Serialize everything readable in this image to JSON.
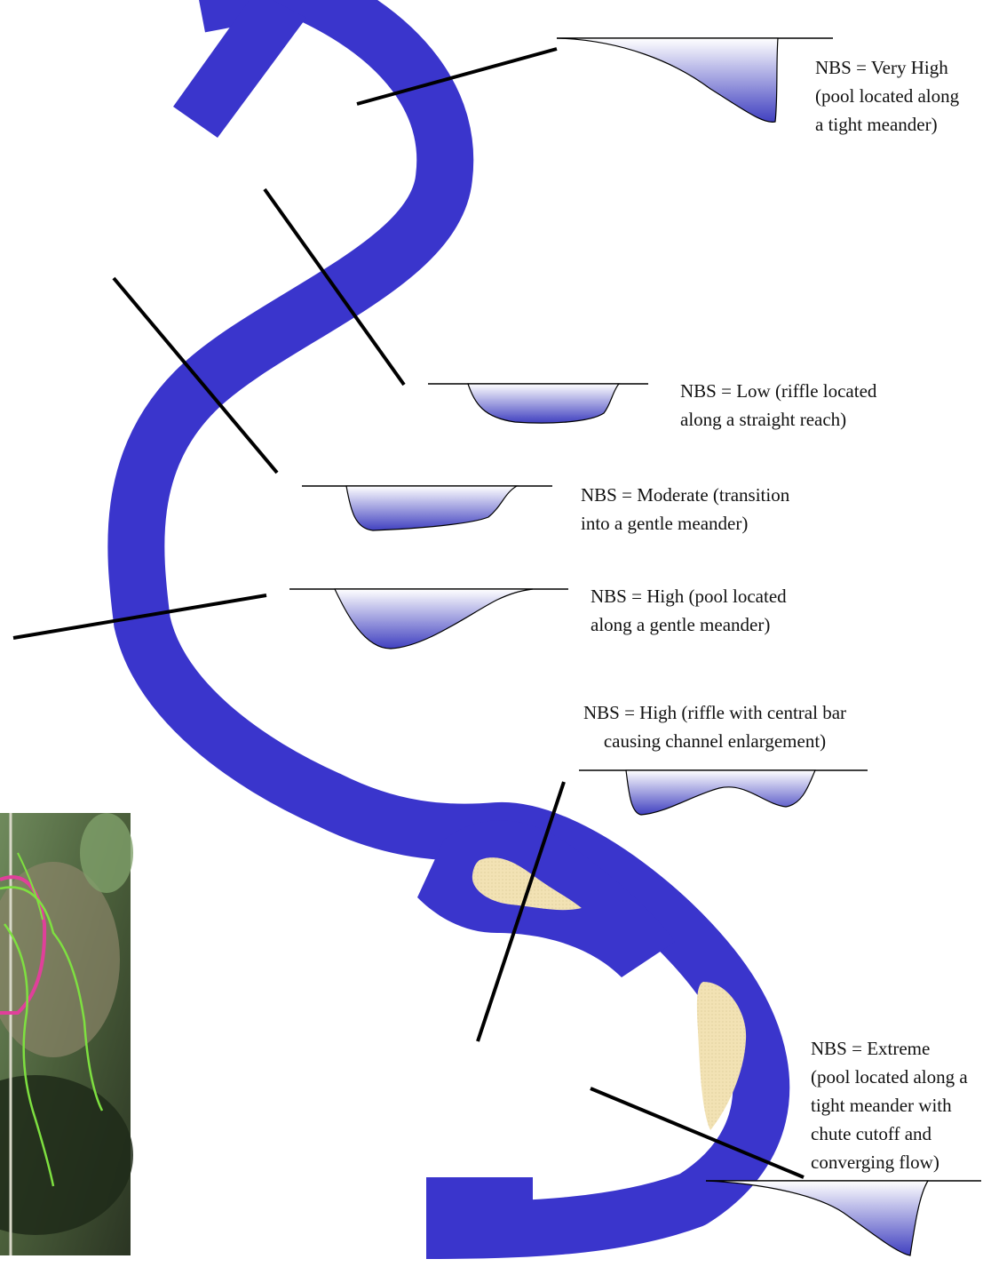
{
  "colors": {
    "river": "#3a35cc",
    "bar": "#f2e2b4",
    "section_fill": "#4040c0",
    "line": "#000000"
  },
  "annotations": [
    {
      "id": "very-high",
      "lines": [
        "NBS = Very High",
        "(pool located along",
        "a tight meander)"
      ]
    },
    {
      "id": "low",
      "lines": [
        "NBS = Low (riffle located",
        "along a straight reach)"
      ]
    },
    {
      "id": "moderate",
      "lines": [
        "NBS =  Moderate (transition",
        "into a gentle meander)"
      ]
    },
    {
      "id": "high-pool",
      "lines": [
        "NBS =  High (pool located",
        "along a gentle meander)"
      ]
    },
    {
      "id": "high-riffle",
      "lines": [
        "NBS =  High (riffle with central bar",
        "causing channel enlargement)"
      ]
    },
    {
      "id": "extreme",
      "lines": [
        "NBS =  Extreme",
        "(pool located along a",
        "tight meander with",
        "chute cutoff and",
        "converging flow)"
      ]
    }
  ],
  "inset": {
    "description_icon": "aerial-photo-icon"
  }
}
